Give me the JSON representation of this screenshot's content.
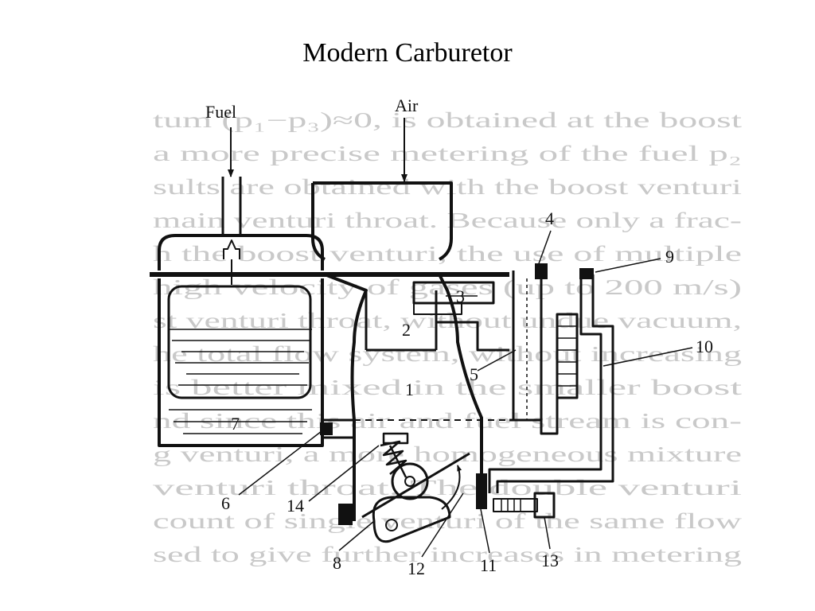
{
  "title": "Modern  Carburetor",
  "labels": {
    "fuel": "Fuel",
    "air": "Air",
    "p1": "1",
    "p2": "2",
    "p3": "3",
    "p4": "4",
    "p5": "5",
    "p6": "6",
    "p7": "7",
    "p8": "8",
    "p9": "9",
    "p10": "10",
    "p11": "11",
    "p12": "12",
    "p13": "13",
    "p14": "14"
  },
  "show_through_text": [
    "tum (p₁−p₃)≈0, is obtained at the boost",
    "a more precise metering of the fuel p₂",
    "sults are obtained with the boost venturi",
    "main venturi throat. Because only a frac-",
    "h the boost venturi, the use of multiple",
    "high velocity of gases (up to 200 m/s)",
    "st venturi throat, without undue vacuum,",
    "he total flow system, without increasing",
    "is better mixed in the smaller boost",
    "nd since this air and fuel stream is con-",
    "g venturi, a more homogeneous mixture",
    "venturi throat. The double venturi",
    "count of single venturi of the same flow",
    "sed to give further increases in metering"
  ],
  "colors": {
    "ink": "#111111",
    "ghost": "#c9c9c9"
  }
}
